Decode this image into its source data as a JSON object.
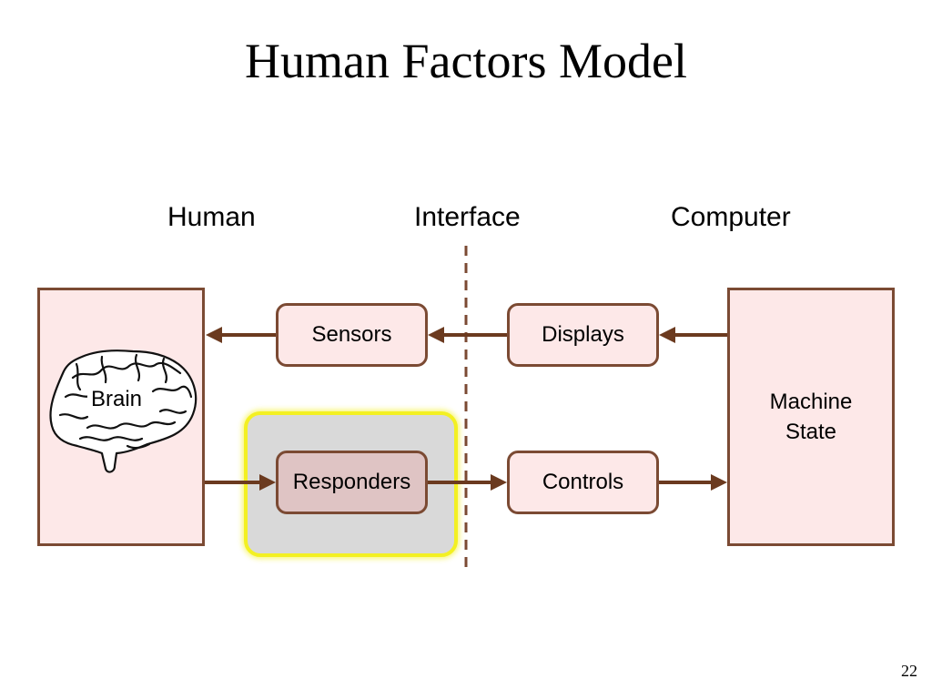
{
  "title": "Human Factors Model",
  "columns": {
    "human": "Human",
    "interface": "Interface",
    "computer": "Computer"
  },
  "nodes": {
    "sensors": "Sensors",
    "displays": "Displays",
    "responders": "Responders",
    "controls": "Controls",
    "brain": "Brain",
    "machine_state": "Machine\nState"
  },
  "page_number": "22",
  "colors": {
    "box_fill": "#fde8e8",
    "box_border": "#7b4a33",
    "arrow": "#6b3a1f",
    "highlight_fill": "#d9d9d9",
    "highlight_border": "#f3f022",
    "responders_fill": "#dfc4c4"
  },
  "icons": [
    "brain-icon"
  ]
}
